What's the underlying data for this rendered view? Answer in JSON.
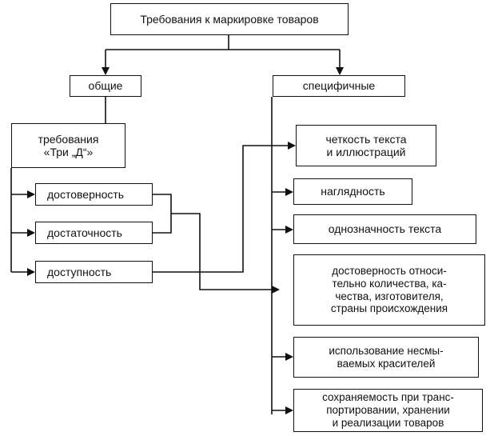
{
  "diagram": {
    "root": "Требования к маркировке товаров",
    "general": "общие",
    "specific": "специфичные",
    "three_d": "требования\n«Три „Д“»",
    "general_items": [
      "достоверность",
      "достаточность",
      "доступность"
    ],
    "specific_items": [
      "четкость текста\nи иллюстраций",
      "наглядность",
      "однозначность текста",
      "достоверность относи-\nтельно количества, ка-\nчества, изготовителя,\nстраны происхождения",
      "использование несмы-\nваемых красителей",
      "сохраняемость при транс-\nпортировании, хранении\nи реализации товаров"
    ]
  }
}
